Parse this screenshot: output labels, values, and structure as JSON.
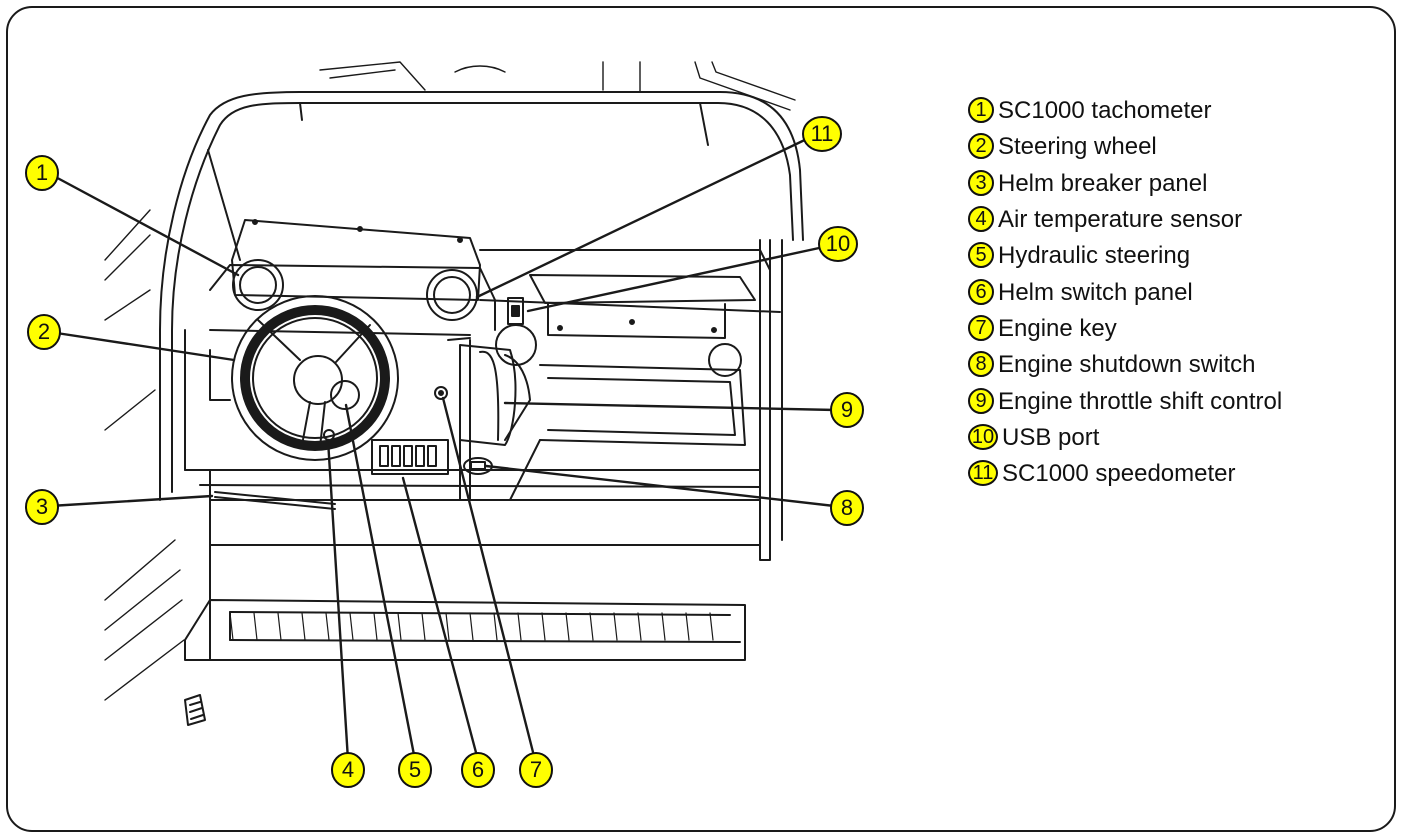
{
  "colors": {
    "callout_fill": "#ffff00",
    "line": "#1a1a1a",
    "background": "#ffffff"
  },
  "callouts": [
    {
      "number": "1",
      "label": "SC1000 tachometer"
    },
    {
      "number": "2",
      "label": "Steering wheel"
    },
    {
      "number": "3",
      "label": "Helm breaker panel"
    },
    {
      "number": "4",
      "label": "Air temperature sensor"
    },
    {
      "number": "5",
      "label": "Hydraulic steering"
    },
    {
      "number": "6",
      "label": "Helm switch panel"
    },
    {
      "number": "7",
      "label": "Engine key"
    },
    {
      "number": "8",
      "label": "Engine shutdown switch"
    },
    {
      "number": "9",
      "label": "Engine throttle shift control"
    },
    {
      "number": "10",
      "label": "USB port"
    },
    {
      "number": "11",
      "label": "SC1000 speedometer"
    }
  ]
}
